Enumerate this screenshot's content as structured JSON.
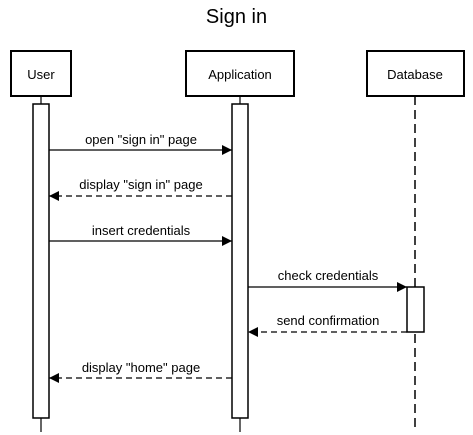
{
  "diagram": {
    "title": "Sign in",
    "participants": [
      {
        "id": "user",
        "label": "User"
      },
      {
        "id": "app",
        "label": "Application"
      },
      {
        "id": "db",
        "label": "Database"
      }
    ],
    "messages": [
      {
        "from": "user",
        "to": "app",
        "label": "open \"sign in\" page",
        "style": "solid"
      },
      {
        "from": "app",
        "to": "user",
        "label": "display \"sign in\" page",
        "style": "dashed"
      },
      {
        "from": "user",
        "to": "app",
        "label": "insert credentials",
        "style": "solid"
      },
      {
        "from": "app",
        "to": "db",
        "label": "check credentials",
        "style": "solid"
      },
      {
        "from": "db",
        "to": "app",
        "label": "send confirmation",
        "style": "dashed"
      },
      {
        "from": "app",
        "to": "user",
        "label": "display \"home\" page",
        "style": "dashed"
      }
    ]
  }
}
